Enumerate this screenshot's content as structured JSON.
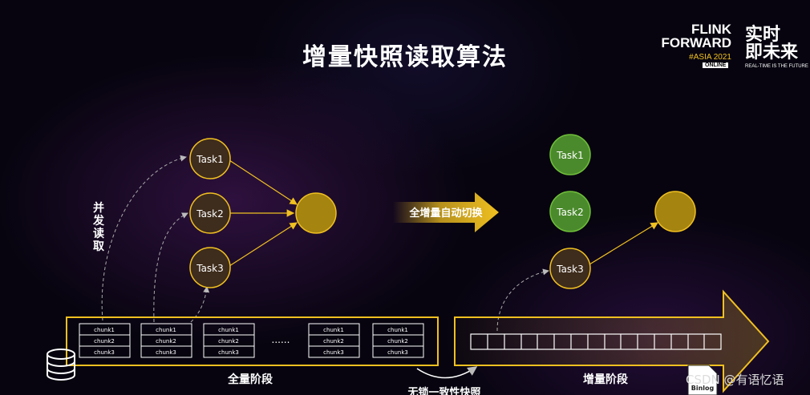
{
  "title": "增量快照读取算法",
  "logo": {
    "line1": "FLINK",
    "line2": "FORWARD",
    "asia": "#ASIA 2021",
    "online": "ONLINE",
    "cn_line1": "实时",
    "cn_line2": "即未来",
    "tagline": "REAL-TIME IS THE FUTURE"
  },
  "left_tasks": [
    "Task1",
    "Task2",
    "Task3"
  ],
  "right_tasks": [
    "Task1",
    "Task2",
    "Task3"
  ],
  "parallel_read_label": [
    "并",
    "发",
    "读",
    "取"
  ],
  "switch_label": "全增量自动切换",
  "chunk_groups": [
    [
      "chunk1",
      "chunk2",
      "chunk3"
    ],
    [
      "chunk1",
      "chunk2",
      "chunk3"
    ],
    [
      "chunk1",
      "chunk2",
      "chunk3"
    ],
    [
      "chunk1",
      "chunk2",
      "chunk3"
    ],
    [
      "chunk1",
      "chunk2",
      "chunk3"
    ]
  ],
  "ellipsis": "......",
  "full_stage_label": "全量阶段",
  "incremental_stage_label": "增量阶段",
  "lockfree_label": "无锁一致性快照",
  "binlog_label": "Binlog",
  "watermark": "CSDN @有语忆语",
  "colors": {
    "gold": "#f0c020",
    "node_left": "#3e2c1c",
    "node_right": "#4a8a2c",
    "sink": "#a58410"
  }
}
